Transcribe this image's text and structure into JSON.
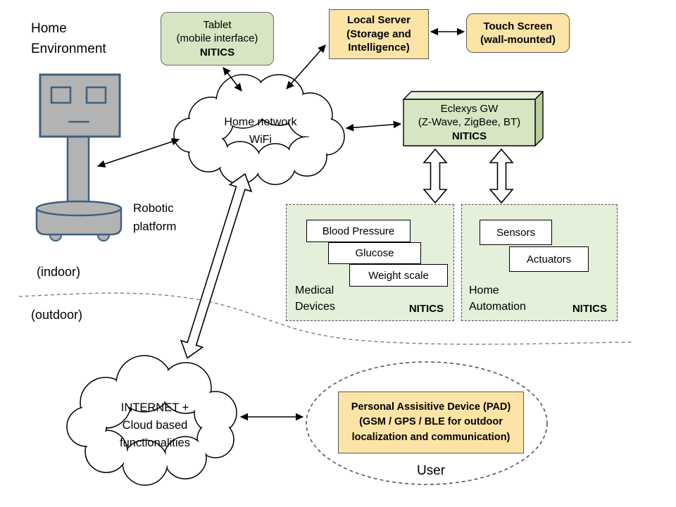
{
  "labels": {
    "home_environment": "Home\nEnvironment",
    "robotic_platform": "Robotic\nplatform",
    "indoor": "(indoor)",
    "outdoor": "(outdoor)",
    "user": "User"
  },
  "clouds": {
    "home_network": "Home network\nWiFi",
    "internet": "INTERNET +\nCloud based\nfunctionalities"
  },
  "boxes": {
    "tablet": {
      "title": "Tablet\n(mobile interface)",
      "nitics": "NITICS"
    },
    "local_server": {
      "title": "Local Server\n(Storage and\nIntelligence)"
    },
    "touch_screen": {
      "title": "Touch Screen\n(wall-mounted)"
    },
    "eclexys": {
      "title": "Eclexys GW\n(Z-Wave, ZigBee, BT)",
      "nitics": "NITICS"
    },
    "pad": {
      "title": "Personal Assisitive Device (PAD)",
      "subtitle": "(GSM / GPS / BLE for outdoor\nlocalization and communication)"
    }
  },
  "panels": {
    "medical": {
      "label": "Medical\nDevices",
      "nitics": "NITICS",
      "devices": [
        "Blood Pressure",
        "Glucose",
        "Weight scale"
      ]
    },
    "home_automation": {
      "label": "Home\nAutomation",
      "nitics": "NITICS",
      "devices": [
        "Sensors",
        "Actuators"
      ]
    }
  },
  "colors": {
    "green_box": "#d6e6c3",
    "green_panel": "#e4f0d9",
    "yellow_box": "#fce4a6",
    "white_box": "#ffffff",
    "robot_gray": "#b3b3b3",
    "robot_outline": "#3f5f7f"
  }
}
